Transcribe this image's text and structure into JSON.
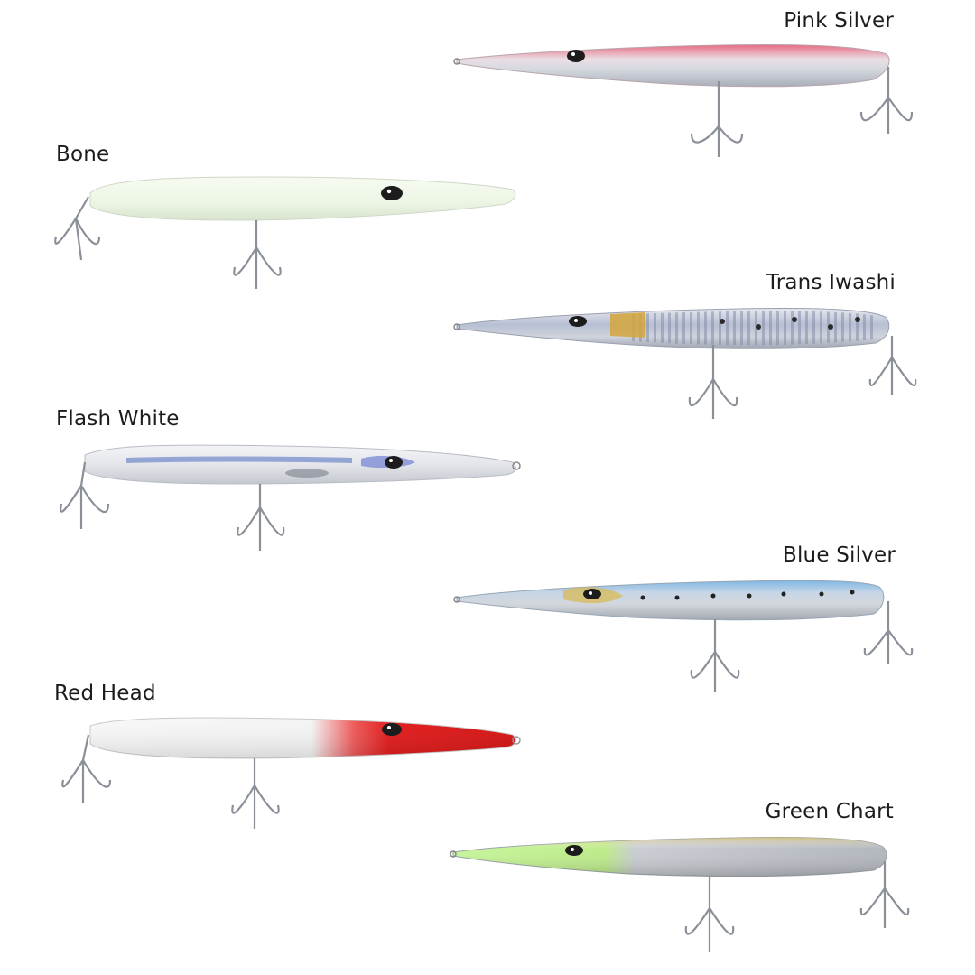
{
  "lures": [
    {
      "id": "pink-silver",
      "name": "Pink Silver",
      "head": "#e0576e",
      "body": "#d9dde3",
      "back": "#e86a82"
    },
    {
      "id": "bone",
      "name": "Bone",
      "head": "#eef7e6",
      "body": "#f0f8ea",
      "back": "#e4efdc"
    },
    {
      "id": "trans-iwashi",
      "name": "Trans Iwashi",
      "head": "#c9a54a",
      "body": "#cfd3dc",
      "back": "#8f9ab8"
    },
    {
      "id": "flash-white",
      "name": "Flash White",
      "head": "#e8eaee",
      "body": "#eef0f3",
      "back": "#c9ccd3"
    },
    {
      "id": "blue-silver",
      "name": "Blue Silver",
      "head": "#9ec7ea",
      "body": "#cfd4da",
      "back": "#7fb6e3"
    },
    {
      "id": "red-head",
      "name": "Red Head",
      "head": "#e11d1d",
      "body": "#f6f6f6",
      "back": "#f0f0f0"
    },
    {
      "id": "green-chart",
      "name": "Green Chart",
      "head": "#b9f07a",
      "body": "#bfc3c9",
      "back": "#d8c36a"
    }
  ]
}
